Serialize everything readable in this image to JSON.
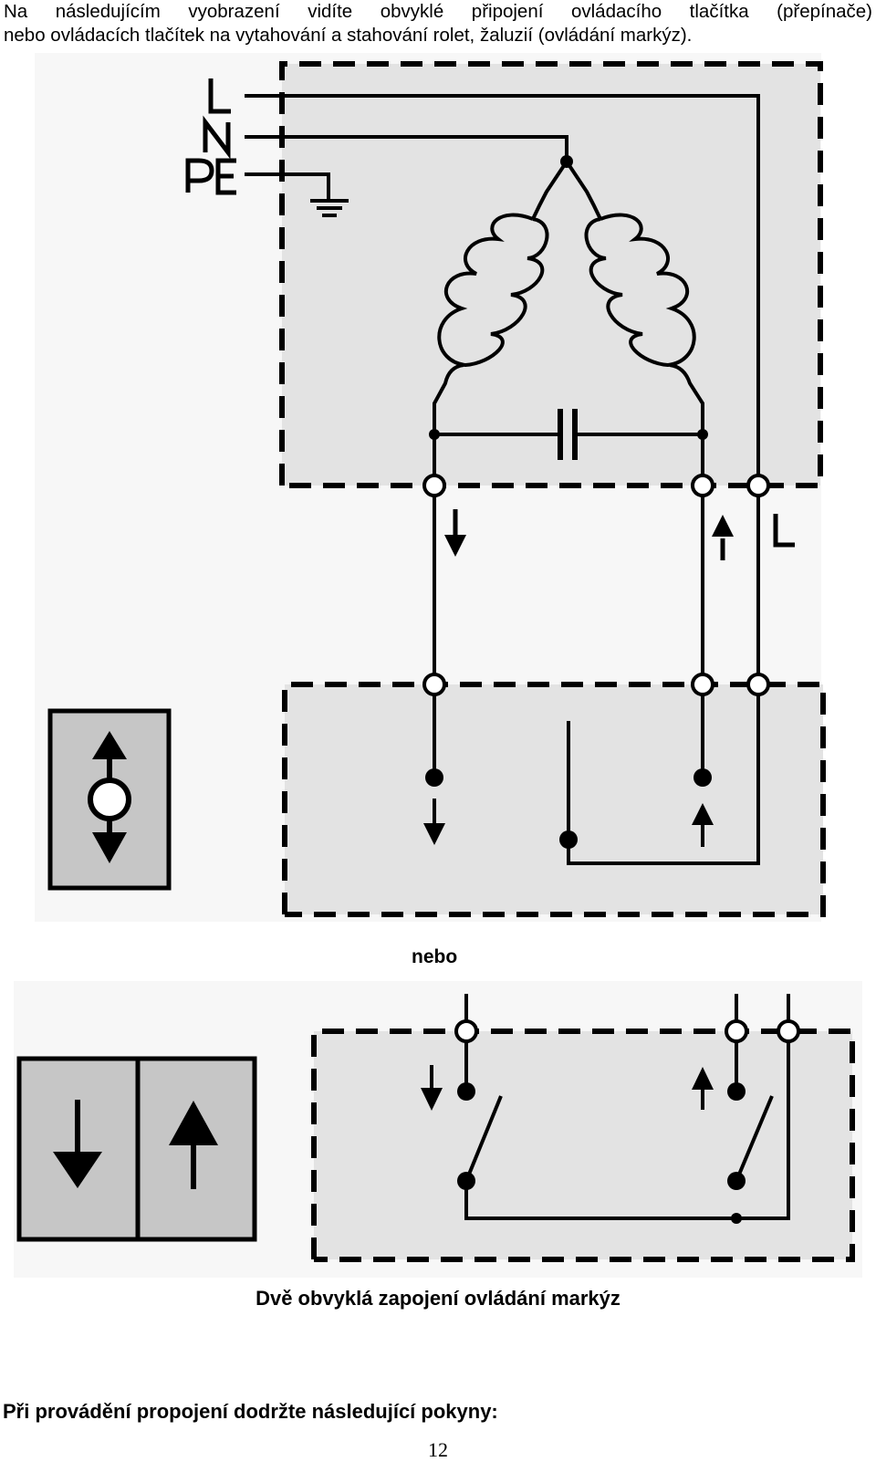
{
  "intro": {
    "line1": "Na následujícím vyobrazení vidíte obvyklé připojení ovládacího tlačítka (přepínače)",
    "line2": "nebo ovládacích tlačítek na vytahování a stahování rolet, žaluzií (ovládání markýz)."
  },
  "diagram": {
    "terminals": {
      "L": "L",
      "N": "N",
      "PE": "PE"
    },
    "output_label": "L",
    "separator": "nebo",
    "caption": "Dvě obvyklá zapojení ovládání markýz",
    "colors": {
      "box_fill": "#e3e3e3",
      "line": "#000000",
      "background": "#ffffff"
    }
  },
  "footer": {
    "instructions_heading": "Při provádění propojení dodržte následující pokyny:",
    "page_number": "12"
  }
}
